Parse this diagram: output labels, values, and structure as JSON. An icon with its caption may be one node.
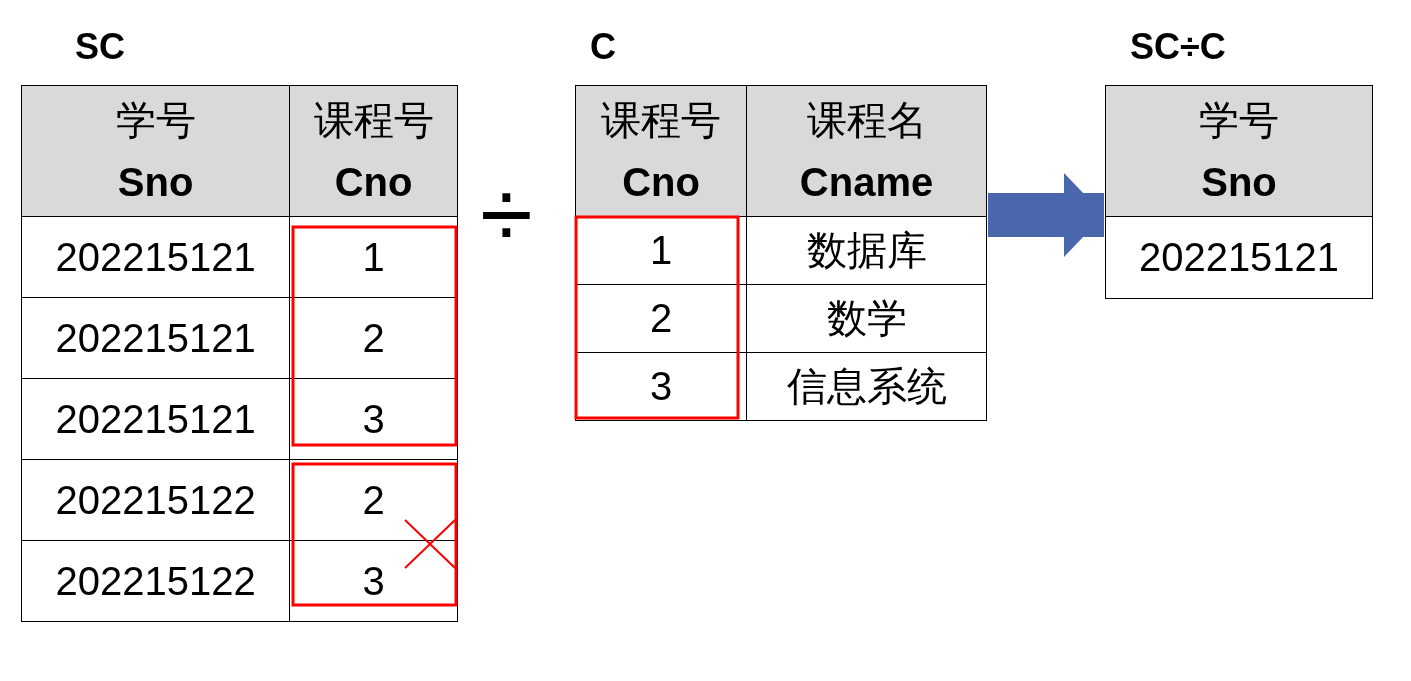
{
  "diagram": {
    "nodes": [
      {
        "text": [
          "SC",
          "学号 **Sno**",
          "课程号 **Cno**",
          "202215121",
          "1",
          "202215121",
          "2",
          "202215121",
          "3",
          "202215122",
          "2",
          "202215122",
          "3"
        ]
      },
      {
        "text": [
          "C",
          "课程号 **Cno**",
          "课程名 **Cname**",
          "1",
          "数据库",
          "2",
          "数学",
          "3",
          "信息系统"
        ]
      },
      {
        "text": [
          "SC÷C",
          "学号 **Sno**",
          "202215121"
        ]
      }
    ],
    "edges": [
      {
        "from": 1,
        "to": 2,
        "arrow": "to",
        "color": "#4a66ac"
      }
    ],
    "labels": [
      "÷"
    ]
  }
}
